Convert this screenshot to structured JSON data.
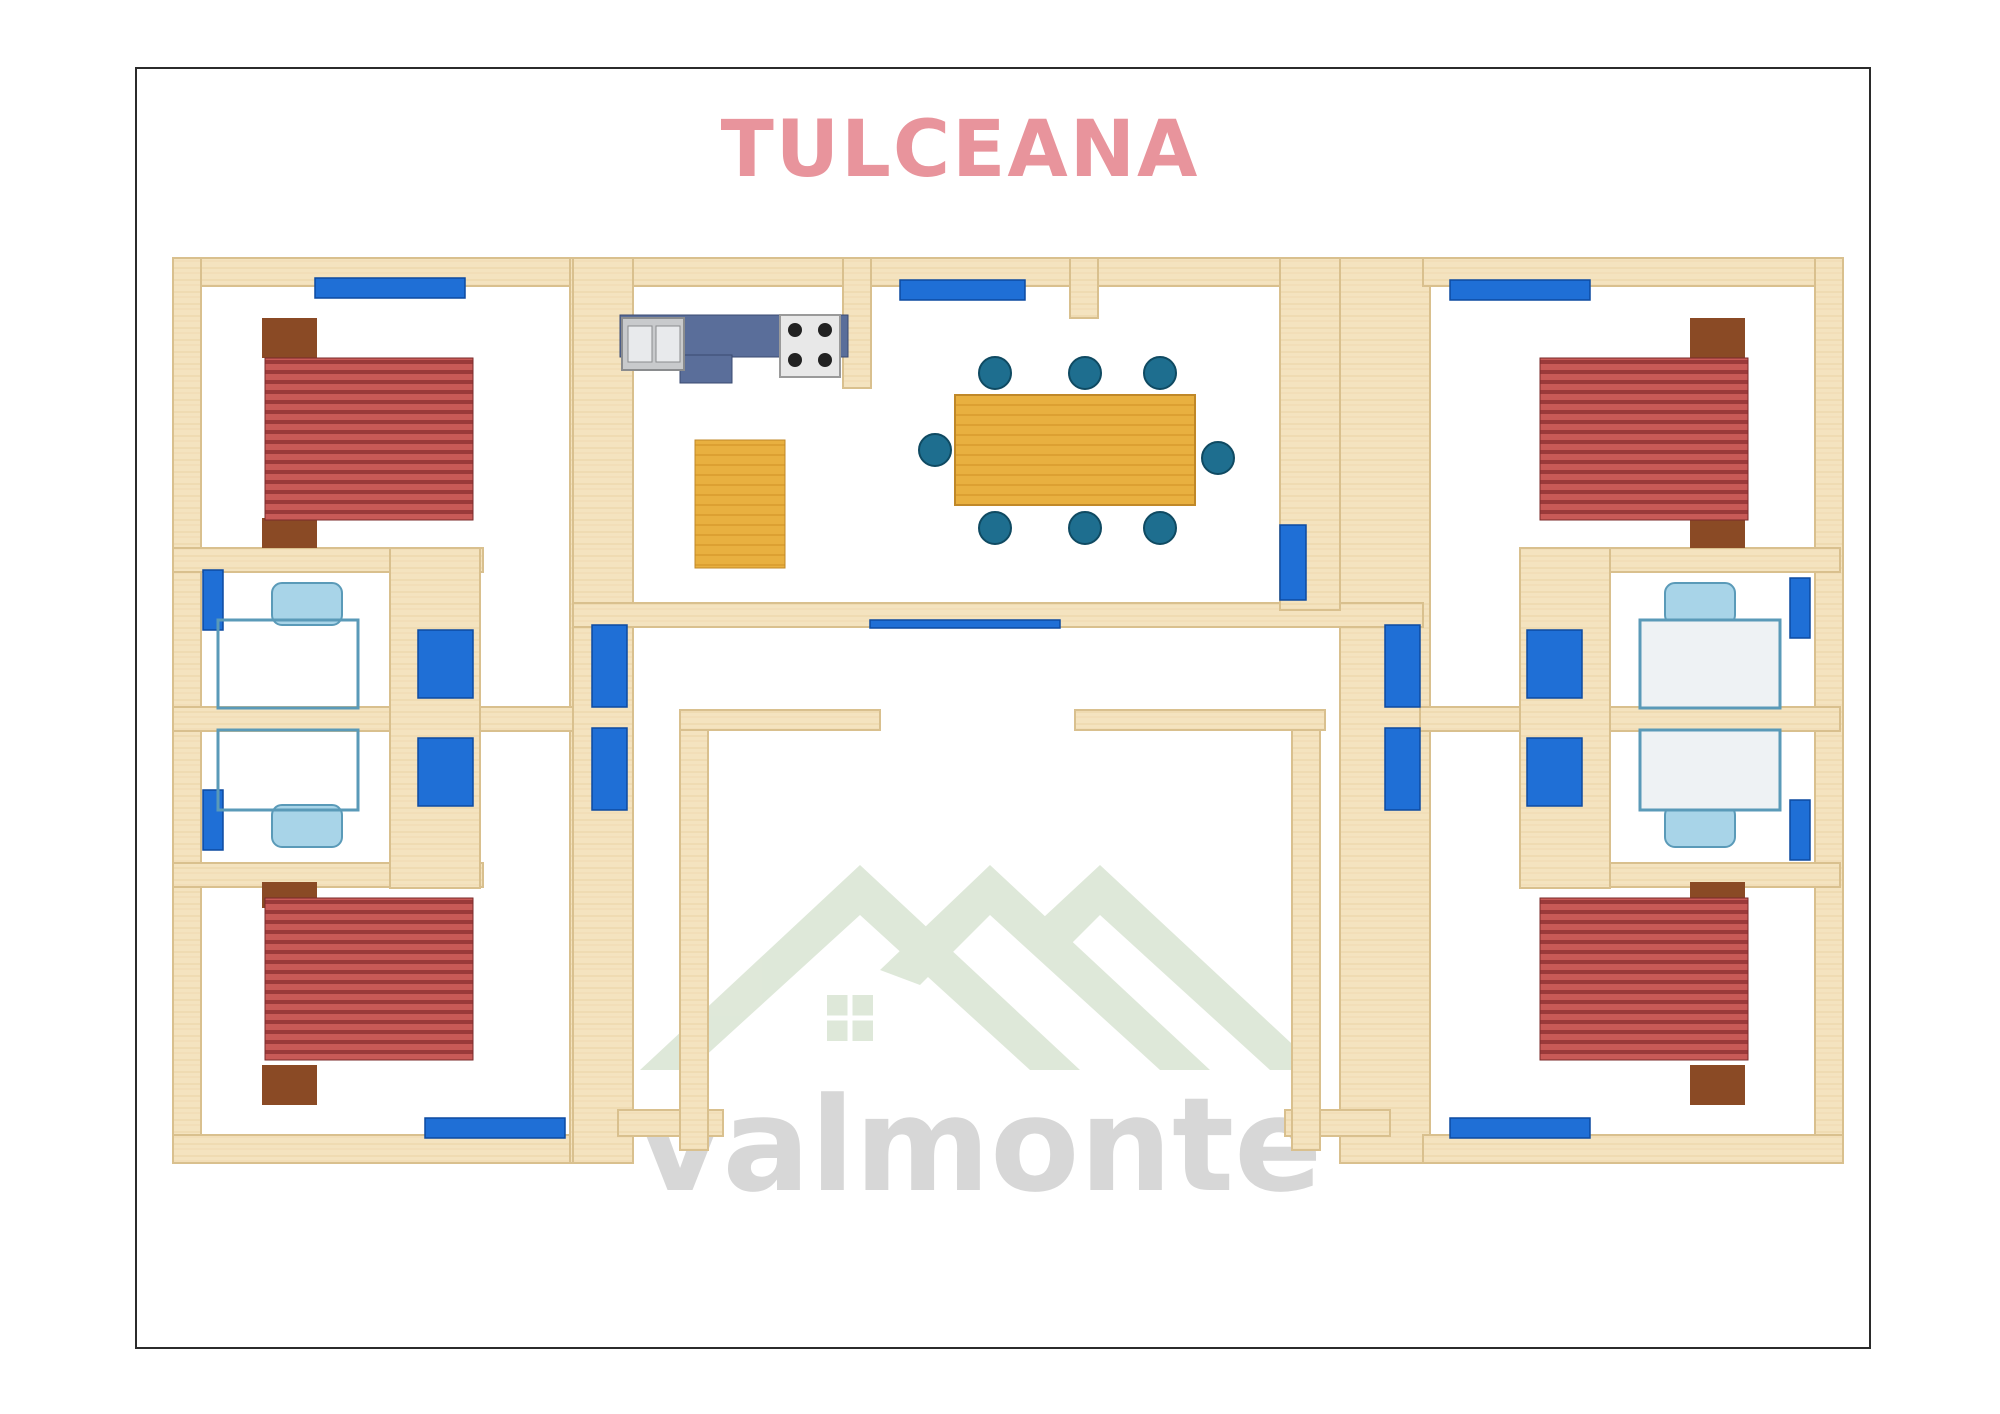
{
  "title": "TULCEANA",
  "watermark": "valmonte",
  "colors": {
    "title": "#e8949c",
    "wood": "#f4e3bf",
    "wood_edge": "#d9c08e",
    "bed_fabric": "#c85a57",
    "bed_stripe": "#9a3a3a",
    "headboard": "#8a4a25",
    "door_window": "#1f6fd6",
    "chair": "#1e6e8f",
    "table": "#e8b040",
    "sink": "#c8cacc",
    "counter": "#5a6e9a",
    "stove": "#e8e8e8",
    "wc_ceramic": "#a8d4e8",
    "watermark_green": "#dbe6d5",
    "watermark_text": "#cccccc"
  },
  "furniture": {
    "beds": 4,
    "dining_chairs": 8,
    "toilets": 4
  }
}
